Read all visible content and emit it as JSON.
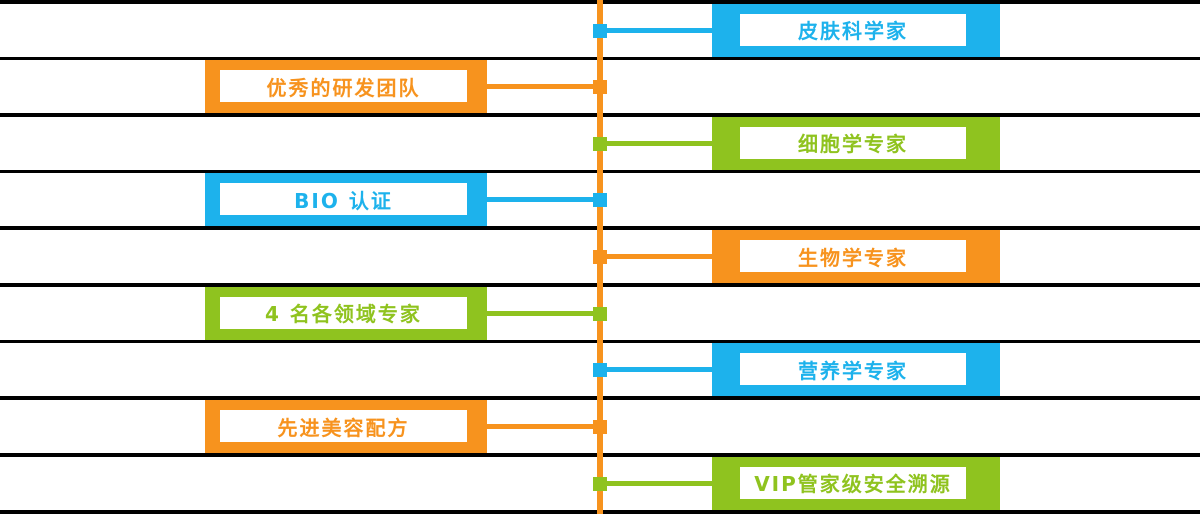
{
  "colors": {
    "orange": "#F7931E",
    "blue": "#1DB2EC",
    "green": "#8FC31F",
    "background": "#000000",
    "stripe": "#FFFFFF",
    "box_inner": "#FFFFFF"
  },
  "diagram": {
    "type": "timeline-infographic",
    "axis": {
      "orientation": "vertical",
      "color_name": "orange"
    },
    "rows": [
      {
        "side": "right",
        "color": "blue",
        "label": "皮肤科学家"
      },
      {
        "side": "left",
        "color": "orange",
        "label": "优秀的研发团队"
      },
      {
        "side": "right",
        "color": "green",
        "label": "细胞学专家"
      },
      {
        "side": "left",
        "color": "blue",
        "label": "BIO 认证"
      },
      {
        "side": "right",
        "color": "orange",
        "label": "生物学专家"
      },
      {
        "side": "left",
        "color": "green",
        "label": "4 名各领域专家"
      },
      {
        "side": "right",
        "color": "blue",
        "label": "营养学专家"
      },
      {
        "side": "left",
        "color": "orange",
        "label": "先进美容配方"
      },
      {
        "side": "right",
        "color": "green",
        "label": "VIP管家级安全溯源"
      }
    ]
  }
}
